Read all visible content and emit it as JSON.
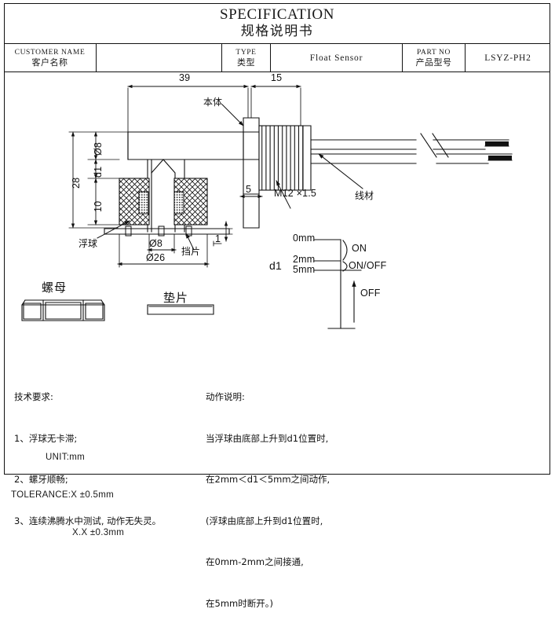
{
  "sheet": {
    "title_en": "SPECIFICATION",
    "title_cn": "规格说明书"
  },
  "info_row": {
    "customer_name_en": "CUSTOMER NAME",
    "customer_name_cn": "客户名称",
    "customer_value": "",
    "type_en": "TYPE",
    "type_cn": "类型",
    "type_value": "Float Sensor",
    "part_no_en": "PART NO",
    "part_no_cn": "产品型号",
    "part_no_value": "LSYZ-PH2"
  },
  "drawing": {
    "dim_length_total": "39",
    "dim_thread_length": "15",
    "dim_flange_width": "5",
    "dim_height_total": "28",
    "dim_stem_dia": "Ø8",
    "dim_d1": "d1",
    "dim_float_height": "10",
    "dim_bore_dia": "Ø8",
    "dim_float_dia": "Ø26",
    "dim_plate_thickness": "1",
    "label_body": "本体",
    "label_thread": "M12 ×1.5",
    "label_wire": "线材",
    "label_float": "浮球",
    "label_stopper": "挡片",
    "label_nut": "螺母",
    "label_washer": "垫片"
  },
  "switch_diagram": {
    "axis_label": "d1",
    "levels": [
      {
        "position": "0mm",
        "state": "ON"
      },
      {
        "position": "2mm",
        "state": "ON/OFF"
      },
      {
        "position": "5mm",
        "state": "OFF"
      }
    ]
  },
  "tech_notes": {
    "heading": "技术要求:",
    "lines": [
      "1、浮球无卡滞;",
      "2、螺牙顺畅;",
      "3、连续沸腾水中测试, 动作无失灵。"
    ]
  },
  "action_notes": {
    "heading": "动作说明:",
    "lines": [
      "当浮球由底部上升到d1位置时,",
      "在2mm＜d1＜5mm之间动作,",
      "(浮球由底部上升到d1位置时,",
      "在0mm-2mm之间接通,",
      "在5mm时断开。)"
    ]
  },
  "units": {
    "unit": "UNIT:mm",
    "tolerance_1": "TOLERANCE:X ±0.5mm",
    "tolerance_2": "X.X ±0.3mm"
  },
  "colors": {
    "line": "#111111",
    "paper": "#ffffff"
  }
}
